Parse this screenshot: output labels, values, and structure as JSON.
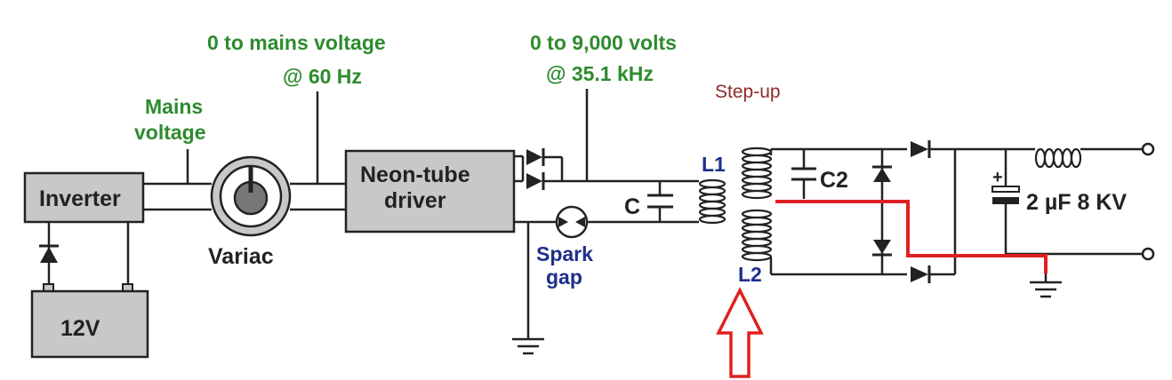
{
  "labels": {
    "mains_voltage_line1": "Mains",
    "mains_voltage_line2": "voltage",
    "variac_output_line1": "0 to mains voltage",
    "variac_output_line2": "@ 60 Hz",
    "hv_output_line1": "0 to 9,000 volts",
    "hv_output_line2": "@ 35.1 kHz",
    "step_up": "Step-up",
    "inverter": "Inverter",
    "battery": "12V",
    "variac": "Variac",
    "neon_driver_line1": "Neon-tube",
    "neon_driver_line2": "driver",
    "capacitor_c": "C",
    "spark_gap_line1": "Spark",
    "spark_gap_line2": "gap",
    "coil_l1": "L1",
    "coil_l2": "L2",
    "capacitor_c2": "C2",
    "output_cap": "2 µF 8 KV",
    "output_cap_plus": "+"
  },
  "colors": {
    "green_labels": "#2e8b2e",
    "blue_labels": "#1f2f8a",
    "red_marker": "#e02020",
    "box_fill": "#c8c8c8"
  }
}
